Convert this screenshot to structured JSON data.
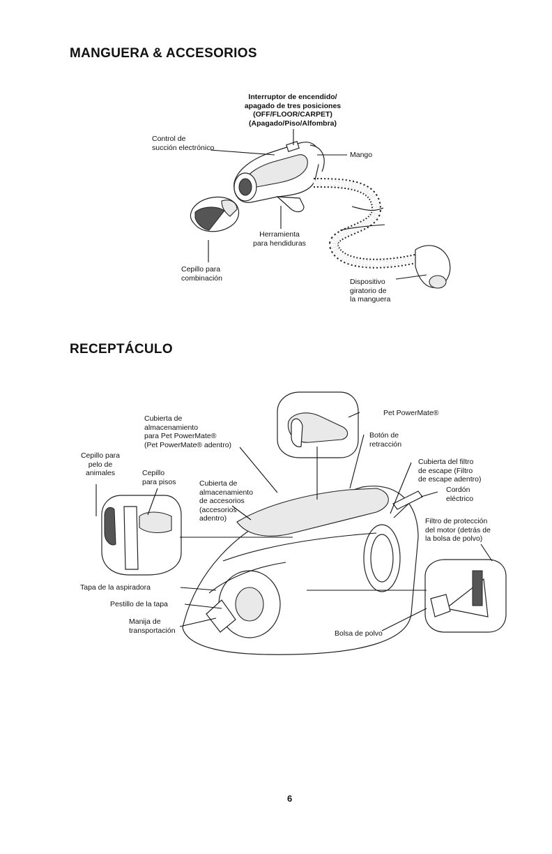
{
  "hose_section": {
    "title": "MANGUERA & ACCESORIOS",
    "labels": {
      "power_switch": "Interruptor de encendido/\napagado de tres posiciones\n(OFF/FLOOR/CARPET)\n(Apagado/Piso/Alfombra)",
      "suction_control": "Control de\nsucción electrónico",
      "handle": "Mango",
      "crevice_tool": "Herramienta\npara hendiduras",
      "combination_brush": "Cepillo para\ncombinación",
      "hose_swivel": "Dispositivo\ngiratorio de\nla manguera"
    }
  },
  "canister_section": {
    "title": "RECEPTÁCULO",
    "labels": {
      "storage_cover": "Cubierta de\nalmacenamiento\npara Pet PowerMate®\n(Pet PowerMate® adentro)",
      "pet_powermate": "Pet PowerMate®",
      "retract_button": "Botón de\nretracción",
      "exhaust_filter_cover": "Cubierta del filtro\nde escape (Filtro\nde escape adentro)",
      "cord": "Cordón\neléctrico",
      "motor_filter": "Filtro de protección\ndel motor (detrás de\nla bolsa de polvo)",
      "pet_hair_brush": "Cepillo para\npelo de\nanimales",
      "floor_brush": "Cepillo\npara pisos",
      "accessory_cover": "Cubierta de\nalmacenamiento\nde accesorios\n(accesorios\nadentro)",
      "canister_lid": "Tapa de la aspiradora",
      "lid_latch": "Pestillo de la tapa",
      "carry_handle": "Manija de\ntransportación",
      "dust_bag": "Bolsa de polvo"
    }
  },
  "page_number": "6"
}
